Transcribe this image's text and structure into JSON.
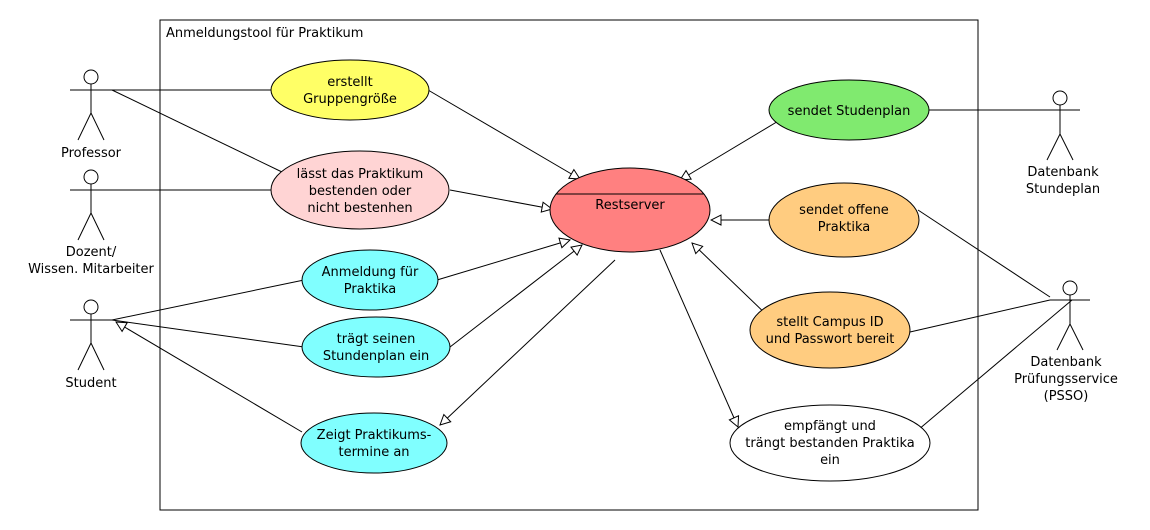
{
  "system": {
    "title": "Anmeldungstool für Praktikum"
  },
  "actors": {
    "professor": {
      "label": [
        "Professor"
      ]
    },
    "dozent": {
      "label": [
        "Dozent/",
        "Wissen. Mitarbeiter"
      ]
    },
    "student": {
      "label": [
        "Student"
      ]
    },
    "stundenplan_db": {
      "label": [
        "Datenbank",
        "Stundeplan"
      ]
    },
    "psso_db": {
      "label": [
        "Datenbank",
        "Prüfungsservice",
        "(PSSO)"
      ]
    }
  },
  "usecases": {
    "gruppengroesse": {
      "lines": [
        "erstellt",
        "Gruppengröße"
      ],
      "color": "#ffff66"
    },
    "bestehen": {
      "lines": [
        "lässt das Praktikum",
        "bestenden oder",
        "nicht bestenhen"
      ],
      "color": "#ffd4d4"
    },
    "anmeldung": {
      "lines": [
        "Anmeldung für",
        "Praktika"
      ],
      "color": "#80ffff"
    },
    "stundenplan_eintragen": {
      "lines": [
        "trägt seinen",
        "Stundenplan ein"
      ],
      "color": "#80ffff"
    },
    "termine": {
      "lines": [
        "Zeigt Praktikums-",
        "termine an"
      ],
      "color": "#80ffff"
    },
    "restserver": {
      "lines": [
        "Restserver"
      ],
      "color": "#ff8080"
    },
    "sendet_studenplan": {
      "lines": [
        "sendet Studenplan"
      ],
      "color": "#80ea6f"
    },
    "offene_praktika": {
      "lines": [
        "sendet offene",
        "Praktika"
      ],
      "color": "#ffcc80"
    },
    "campus_id": {
      "lines": [
        "stellt Campus ID",
        "und Passwort bereit"
      ],
      "color": "#ffcc80"
    },
    "empfaengt": {
      "lines": [
        "empfängt und",
        "trängt bestanden Praktika",
        "ein"
      ],
      "color": "#ffffff"
    }
  }
}
